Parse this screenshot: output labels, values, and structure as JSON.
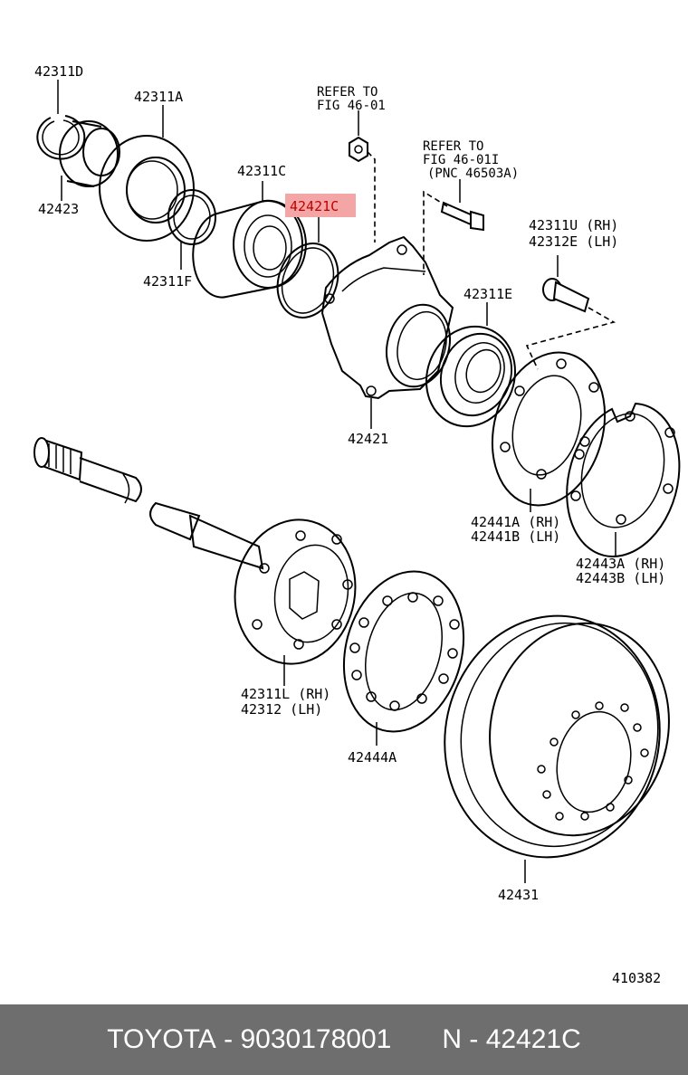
{
  "labels": {
    "p42311D": "42311D",
    "p42311A": "42311A",
    "p42423": "42423",
    "refer1_line1": "REFER TO",
    "refer1_line2": "FIG 46-01",
    "refer2_line1": "REFER TO",
    "refer2_line2": "FIG 46-01I",
    "refer2_line3": "(PNC 46503A)",
    "p42311C": "42311C",
    "p42421C": "42421C",
    "p42311F": "42311F",
    "p42311U": "42311U (RH)",
    "p42312E": "42312E (LH)",
    "p42311E": "42311E",
    "p42421": "42421",
    "p42441A": "42441A (RH)",
    "p42441B": "42441B (LH)",
    "p42443A": "42443A (RH)",
    "p42443B": "42443B (LH)",
    "p42311L": "42311L (RH)",
    "p42312": "42312  (LH)",
    "p42444A": "42444A",
    "p42431": "42431",
    "fig_number": "410382"
  },
  "highlight": {
    "part": "42421C",
    "color": "#f4a6a6",
    "text_color": "#c00000"
  },
  "footer": {
    "brand": "TOYOTA",
    "dash1": "-",
    "part_number": "9030178001",
    "n_label": "N",
    "dash2": "-",
    "pnc": "42421C",
    "background": "#6e6e6e"
  }
}
